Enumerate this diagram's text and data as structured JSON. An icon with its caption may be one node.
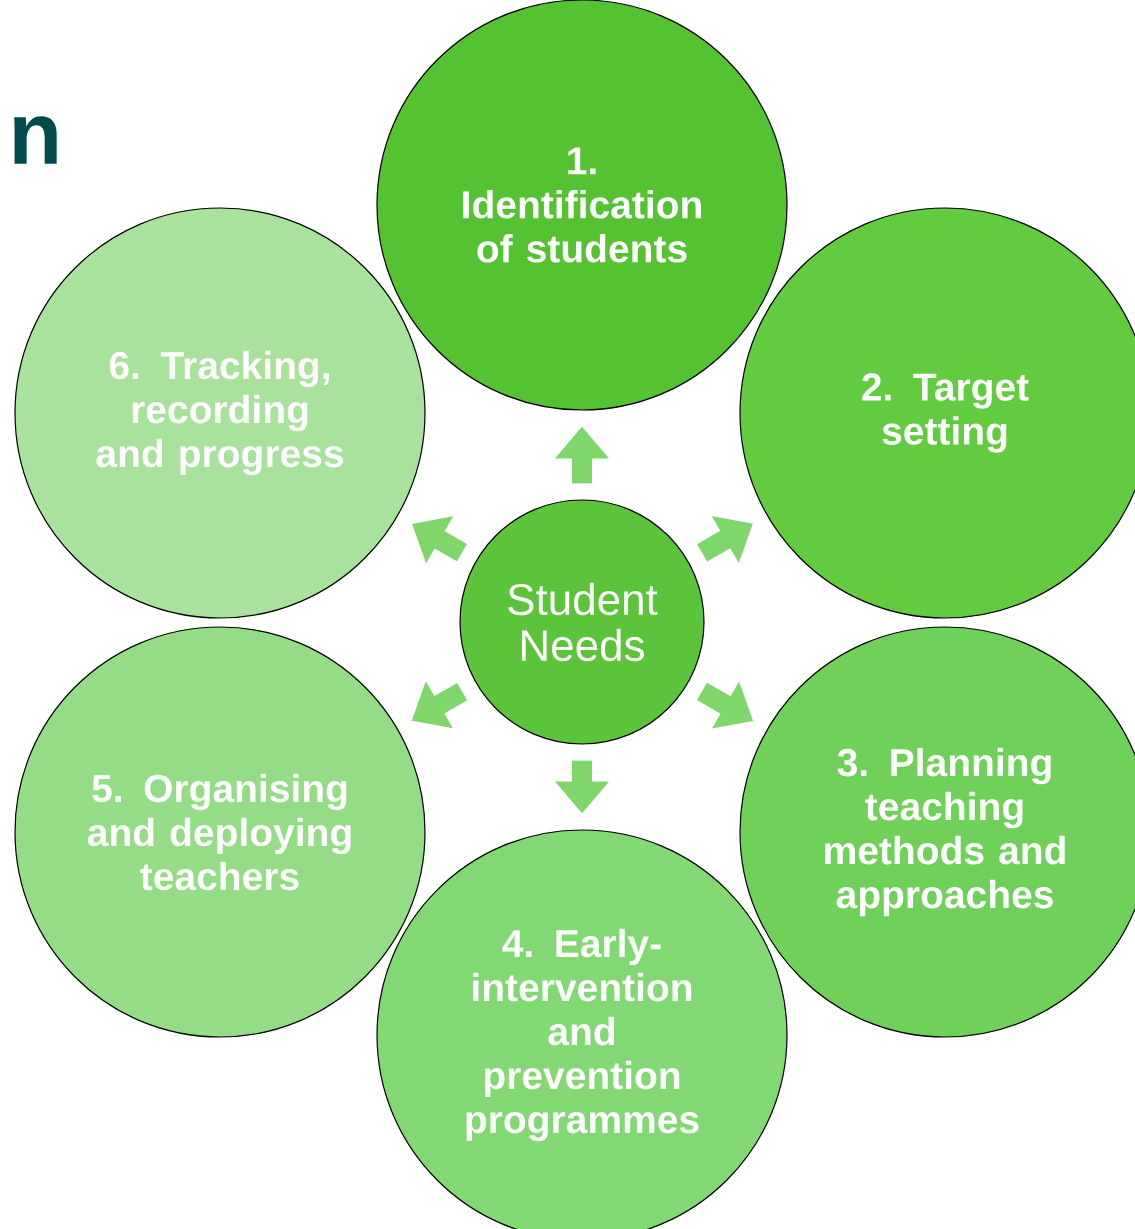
{
  "diagram": {
    "title": "n",
    "nodes": [
      {
        "text": [
          "Student Needs"
        ]
      },
      {
        "text": [
          "1. Identification of students"
        ]
      },
      {
        "text": [
          "2. Target setting"
        ]
      },
      {
        "text": [
          "3. Planning teaching methods and approaches"
        ]
      },
      {
        "text": [
          "4. Early-intervention and prevention programmes"
        ]
      },
      {
        "text": [
          "5. Organising and deploying teachers"
        ]
      },
      {
        "text": [
          "6. Tracking, recording and progress"
        ]
      }
    ],
    "edges": [
      {
        "from": 0,
        "to": 1,
        "arrow": "to"
      },
      {
        "from": 0,
        "to": 2,
        "arrow": "to"
      },
      {
        "from": 0,
        "to": 3,
        "arrow": "to"
      },
      {
        "from": 0,
        "to": 4,
        "arrow": "to"
      },
      {
        "from": 0,
        "to": 5,
        "arrow": "to"
      },
      {
        "from": 0,
        "to": 6,
        "arrow": "to"
      }
    ]
  }
}
